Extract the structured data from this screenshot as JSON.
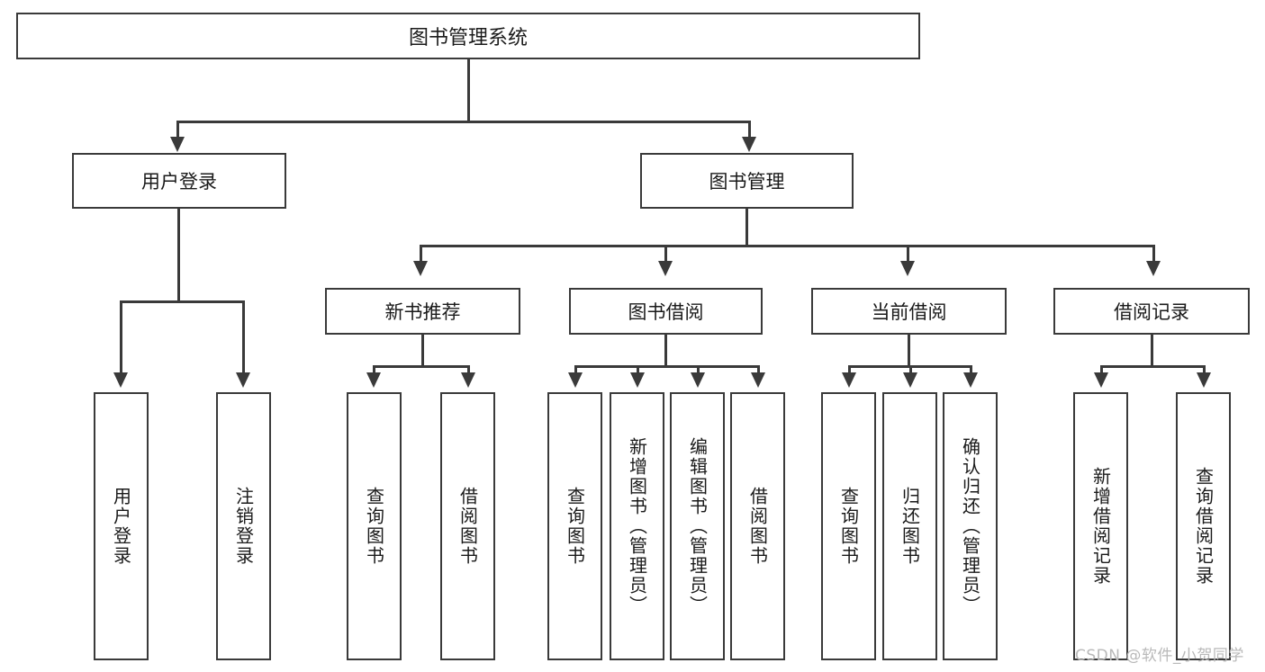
{
  "diagram": {
    "type": "tree-hierarchy",
    "title": "图书管理系统",
    "watermark": "CSDN @软件_小贺同学",
    "nodes": {
      "root": {
        "label": "图书管理系统"
      },
      "level2": [
        {
          "label": "用户登录"
        },
        {
          "label": "图书管理"
        }
      ],
      "level3": [
        {
          "label": "新书推荐"
        },
        {
          "label": "图书借阅"
        },
        {
          "label": "当前借阅"
        },
        {
          "label": "借阅记录"
        }
      ],
      "leaves": {
        "user_login": [
          {
            "label": "用户登录"
          },
          {
            "label": "注销登录"
          }
        ],
        "new_book_recommend": [
          {
            "label": "查询图书"
          },
          {
            "label": "借阅图书"
          }
        ],
        "book_borrow": [
          {
            "label": "查询图书"
          },
          {
            "label": "新增图书（管理员）"
          },
          {
            "label": "编辑图书（管理员）"
          },
          {
            "label": "借阅图书"
          }
        ],
        "current_borrow": [
          {
            "label": "查询图书"
          },
          {
            "label": "归还图书"
          },
          {
            "label": "确认归还（管理员）"
          }
        ],
        "borrow_records": [
          {
            "label": "新增借阅记录"
          },
          {
            "label": "查询借阅记录"
          }
        ]
      }
    },
    "colors": {
      "stroke": "#3a3a3a",
      "fill": "#ffffff",
      "text": "#1a1a1a",
      "watermark": "#b9b9b9"
    }
  }
}
